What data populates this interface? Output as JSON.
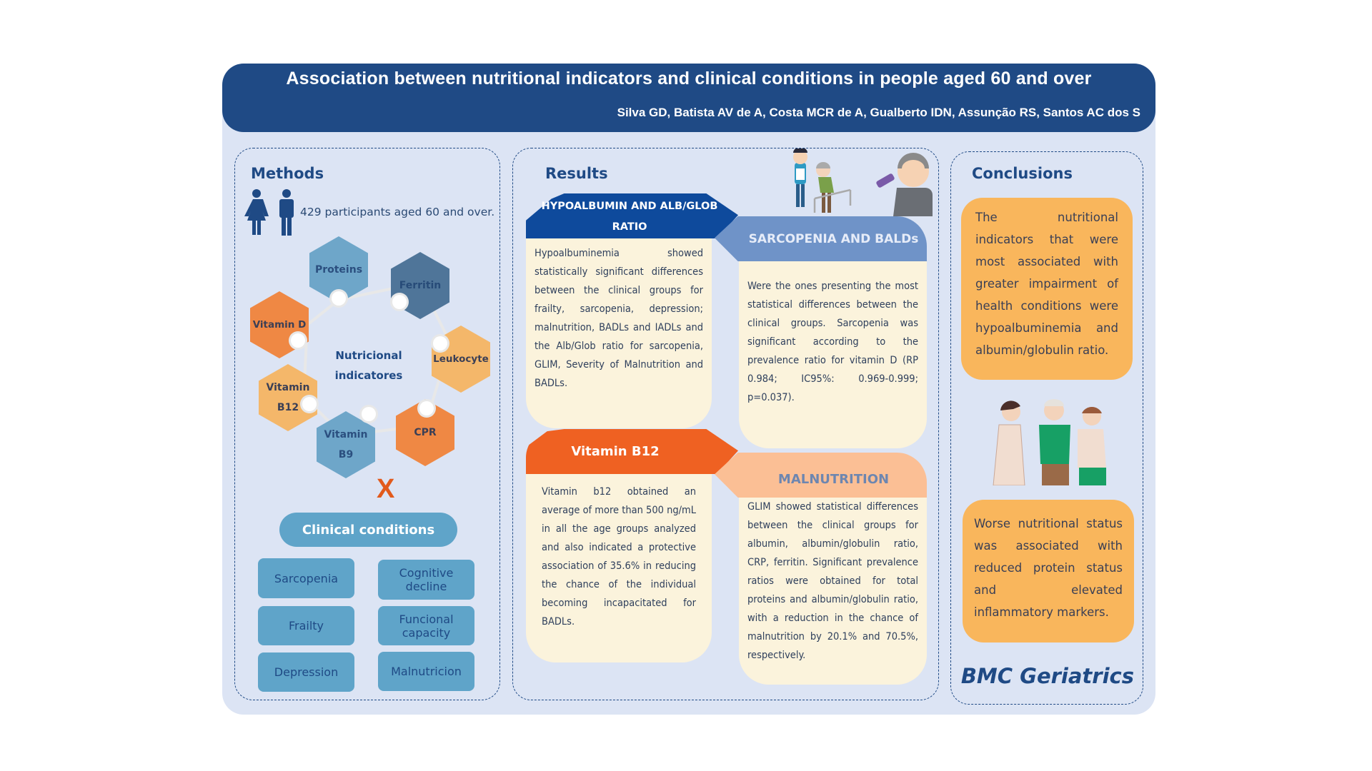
{
  "header": {
    "title": "Association between nutritional indicators and clinical conditions in people aged 60 and over",
    "authors": "Silva GD, Batista AV de A, Costa MCR de A, Gualberto IDN, Assunção RS, Santos AC dos S"
  },
  "methods": {
    "title": "Methods",
    "participants": "429 participants aged 60 and over.",
    "center": [
      "Nutricional",
      "indicatores"
    ],
    "indicators": [
      {
        "label": "Proteins",
        "color": "#6ea6c9"
      },
      {
        "label": "Ferritin",
        "color": "#4f7599"
      },
      {
        "label": "Vitamin D",
        "color": "#ef8844"
      },
      {
        "label": "Leukocyte",
        "color": "#f4b76a"
      },
      {
        "label": "Vitamin B12",
        "color": "#f4b76a"
      },
      {
        "label": "CPR",
        "color": "#ef8844"
      },
      {
        "label": "Vitamin B9",
        "color": "#6ea6c9"
      }
    ],
    "cross": "X",
    "conditions_title": "Clinical conditions",
    "conditions": [
      "Sarcopenia",
      "Cognitive decline",
      "Frailty",
      "Funcional capacity",
      "Depression",
      "Malnutricion"
    ]
  },
  "results": {
    "title": "Results",
    "cards": [
      {
        "title": "HYPOALBUMIN AND ALB/GLOB RATIO",
        "color": "#0e4a9c",
        "text": "Hypoalbuminemia showed statistically significant differences between the clinical groups for frailty, sarcopenia, depression; malnutrition, BADLs and IADLs and the Alb/Glob ratio for sarcopenia, GLIM, Severity of Malnutrition and BADLs."
      },
      {
        "title": "SARCOPENIA AND BALDs",
        "color": "#6f93c8",
        "text": "Were the ones presenting the most statistical differences between the clinical groups. Sarcopenia was significant according to the prevalence ratio for vitamin D (RP 0.984; IC95%: 0.969-0.999; p=0.037)."
      },
      {
        "title": "Vitamin B12",
        "color": "#ef6122",
        "text": "Vitamin b12 obtained an average of more than 500 ng/mL in all the age groups analyzed and also indicated a protective association of 35.6% in reducing the chance of the individual becoming incapacitated for BADLs."
      },
      {
        "title": "MALNUTRITION",
        "color": "#fbbf95",
        "text": "GLIM showed statistical differences between the clinical groups for albumin, albumin/globulin ratio, CRP, ferritin. Significant prevalence ratios were obtained for total proteins and albumin/globulin ratio, with a reduction in the chance of malnutrition by 20.1% and 70.5%, respectively."
      }
    ]
  },
  "conclusions": {
    "title": "Conclusions",
    "items": [
      "The nutritional indicators that were most associated with greater impairment of health conditions were hypoalbuminemia and albumin/globulin ratio.",
      "Worse nutritional status was associated with reduced protein status and elevated inflammatory markers."
    ],
    "journal": "BMC Geriatrics"
  }
}
